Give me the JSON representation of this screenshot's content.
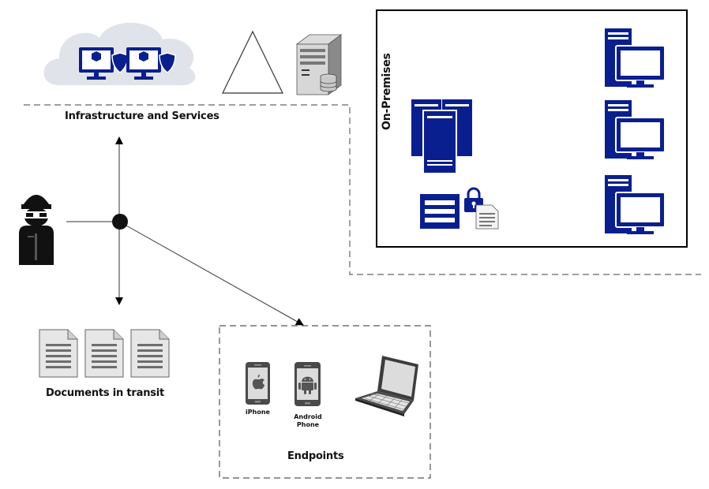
{
  "colors": {
    "navy": "#0a1f8f",
    "cloud": "#dfe2ea",
    "border": "#000000",
    "dashed": "#555555"
  },
  "labels": {
    "infrastructure": "Infrastructure and Services",
    "on_premises": "On-Premises",
    "documents": "Documents in transit",
    "endpoints": "Endpoints",
    "iphone": "iPhone",
    "android_line1": "Android",
    "android_line2": "Phone"
  }
}
